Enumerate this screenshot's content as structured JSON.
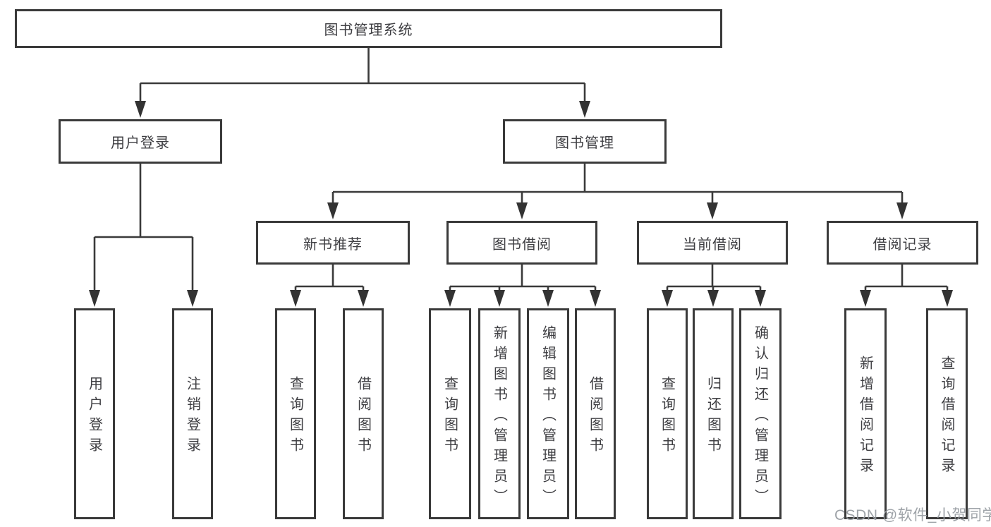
{
  "diagram": {
    "root": {
      "label": "图书管理系统"
    },
    "branches": [
      {
        "label": "用户登录",
        "children": [
          {
            "label": "用户登录"
          },
          {
            "label": "注销登录"
          }
        ]
      },
      {
        "label": "图书管理",
        "sections": [
          {
            "label": "新书推荐",
            "children": [
              {
                "label": "查询图书"
              },
              {
                "label": "借阅图书"
              }
            ]
          },
          {
            "label": "图书借阅",
            "children": [
              {
                "label": "查询图书"
              },
              {
                "label": "新增图书（管理员）"
              },
              {
                "label": "编辑图书（管理员）"
              },
              {
                "label": "借阅图书"
              }
            ]
          },
          {
            "label": "当前借阅",
            "children": [
              {
                "label": "查询图书"
              },
              {
                "label": "归还图书"
              },
              {
                "label": "确认归还（管理员）"
              }
            ]
          },
          {
            "label": "借阅记录",
            "children": [
              {
                "label": "新增借阅记录"
              },
              {
                "label": "查询借阅记录"
              }
            ]
          }
        ]
      }
    ]
  },
  "watermark": "CSDN @软件_小贺同学",
  "colors": {
    "line": "#3a3a3a",
    "text": "#3e3e42",
    "watermark": "#969ba1",
    "background": "#ffffff"
  }
}
